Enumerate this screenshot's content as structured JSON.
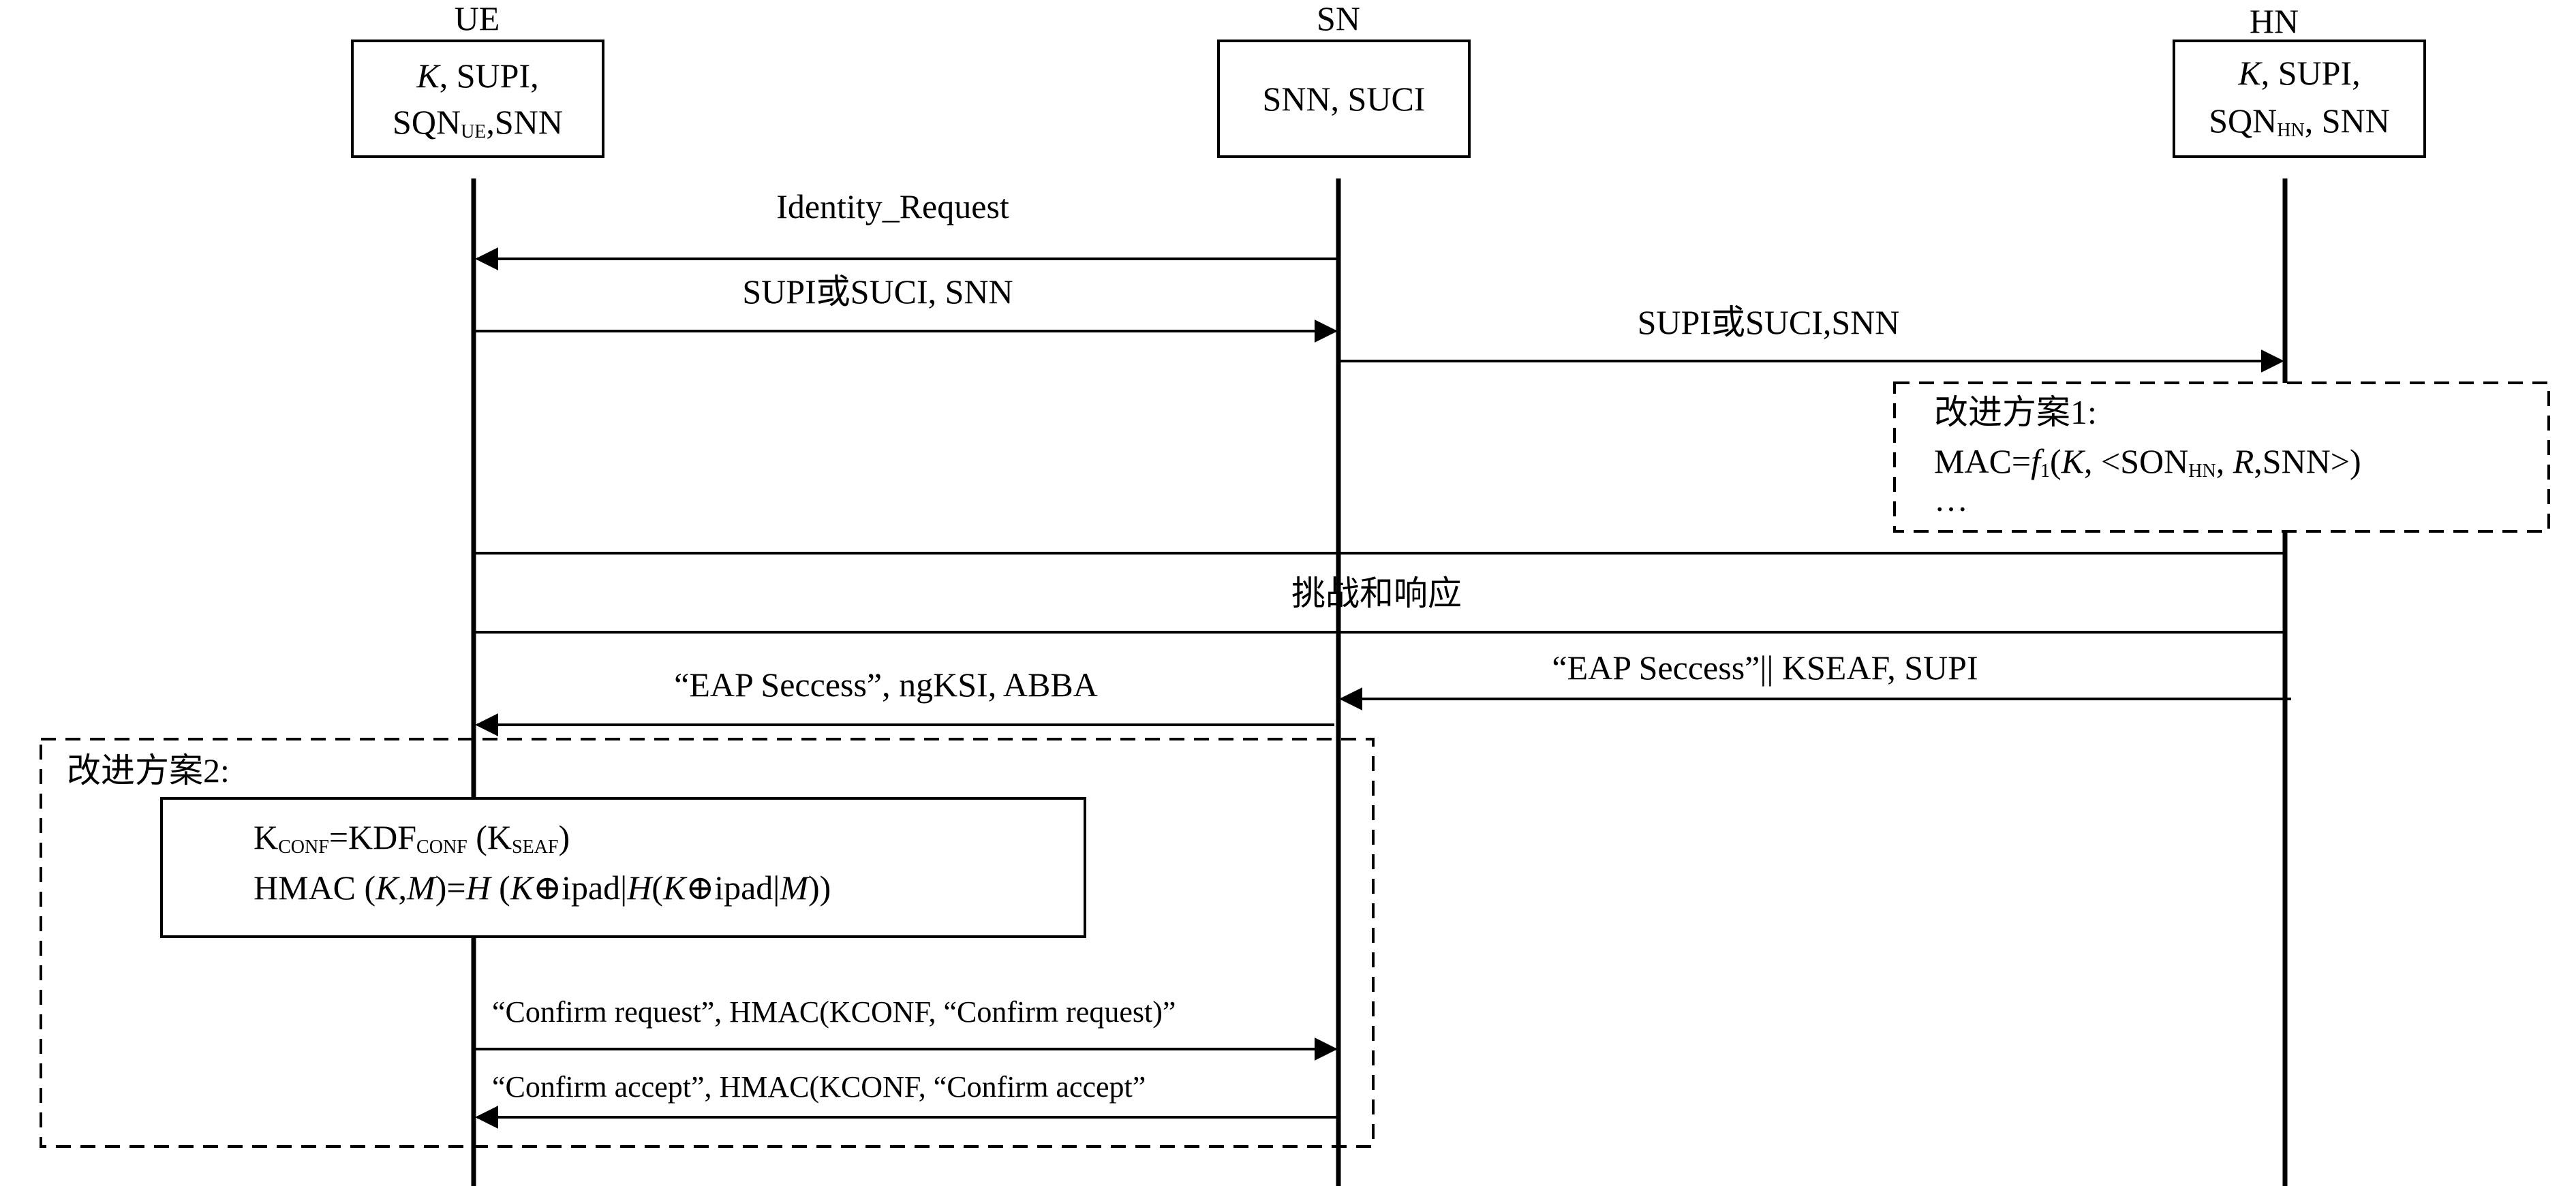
{
  "entities": {
    "ue": {
      "name": "UE",
      "box_line1_k": "K",
      "box_line1_rest": ", SUPI,",
      "box_line2_a": "SQN",
      "box_line2_sub": "UE",
      "box_line2_b": ",SNN"
    },
    "sn": {
      "name": "SN",
      "box_text": "SNN, SUCI"
    },
    "hn": {
      "name": "HN",
      "box_line1_k": "K",
      "box_line1_rest": ", SUPI,",
      "box_line2_a": "SQN",
      "box_line2_sub": "HN",
      "box_line2_b": ", SNN"
    }
  },
  "messages": {
    "identity_request": "Identity_Request",
    "supi_suci_snn_1": "SUPI或SUCI, SNN",
    "supi_suci_snn_2": "SUPI或SUCI,SNN",
    "challenge_response": "挑战和响应",
    "eap_success_hn": "“EAP Seccess”|| KSEAF, SUPI",
    "eap_success_ue": "“EAP Seccess”, ngKSI, ABBA",
    "confirm_request": "“Confirm request”, HMAC(KCONF, “Confirm request)”",
    "confirm_accept": "“Confirm accept”, HMAC(KCONF, “Confirm accept”"
  },
  "improvement1": {
    "title": "改进方案1:",
    "mac_a": "MAC=",
    "mac_f": "f",
    "mac_f_sub": "1",
    "mac_b": "(",
    "mac_k": "K",
    "mac_c": ", <SON",
    "mac_sub_hn": "HN",
    "mac_d": ", ",
    "mac_r": "R",
    "mac_e": ",SNN>)",
    "ellipsis": "…"
  },
  "improvement2": {
    "title": "改进方案2:",
    "kconf_k": "K",
    "kconf_sub": "CONF",
    "kconf_eq": "=KDF",
    "kconf_sub2": "CONF",
    "kconf_paren": " (K",
    "kconf_sub3": "SEAF",
    "kconf_close": ")",
    "hmac_a": "HMAC (",
    "hmac_k": "K",
    "hmac_comma": ",",
    "hmac_m": "M",
    "hmac_eq": ")=",
    "hmac_h": "H",
    "hmac_b": " (",
    "hmac_k2": "K",
    "hmac_c": "⊕ipad|",
    "hmac_h2": "H",
    "hmac_d": "(",
    "hmac_k3": "K",
    "hmac_e": "⊕ipad|",
    "hmac_m2": "M",
    "hmac_f": "))"
  }
}
